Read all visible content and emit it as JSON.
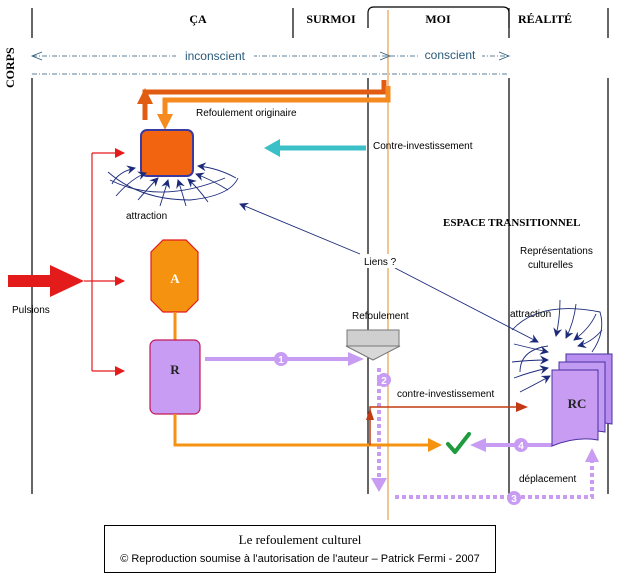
{
  "columns": {
    "ca": "ÇA",
    "surmoi": "SURMOI",
    "moi": "MOI",
    "realite": "RÉALITÉ"
  },
  "side_label": "CORPS",
  "spans": {
    "inconscient": "inconscient",
    "conscient": "conscient"
  },
  "labels": {
    "refoulement_originaire": "Refoulement originaire",
    "contre_investissement_top": "Contre-investissement",
    "attraction_left": "attraction",
    "espace_transitionnel": "ESPACE TRANSITIONNEL",
    "representations_culturelles_1": "Représentations",
    "representations_culturelles_2": "culturelles",
    "liens": "Liens ?",
    "pulsions": "Pulsions",
    "refoulement": "Refoulement",
    "attraction_right": "attraction",
    "contre_investissement_low": "contre-investissement",
    "deplacement": "déplacement"
  },
  "nodes": {
    "a": "A",
    "r": "R",
    "rc": "RC"
  },
  "steps": [
    "1",
    "2",
    "3",
    "4"
  ],
  "caption": {
    "title": "Le refoulement culturel",
    "copyright": "© Reproduction soumise à l'autorisation de l'auteur – Patrick Fermi - 2007"
  },
  "colors": {
    "orange": "#f58a1f",
    "orange_dark": "#e15c10",
    "red": "#e31b1b",
    "teal": "#3cc0c8",
    "lilac": "#c79cf2",
    "purple_fill": "#c79cf2",
    "navy": "#1c2a7a",
    "brown_red": "#c23a14",
    "green_check": "#1e9b3c"
  }
}
